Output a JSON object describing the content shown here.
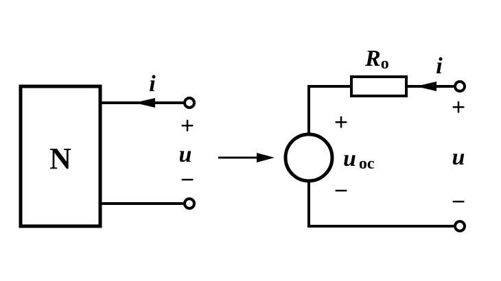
{
  "left_circuit": {
    "block_label": "N",
    "current_label": "i",
    "plus_sign": "+",
    "voltage_label": "u",
    "minus_sign": "−"
  },
  "right_circuit": {
    "resistor_label_main": "R",
    "resistor_label_sub": "o",
    "current_label": "i",
    "source_plus": "+",
    "source_label_main": "u",
    "source_label_sub": "oc",
    "source_minus": "−",
    "terminal_plus": "+",
    "voltage_label": "u",
    "terminal_minus": "−"
  }
}
